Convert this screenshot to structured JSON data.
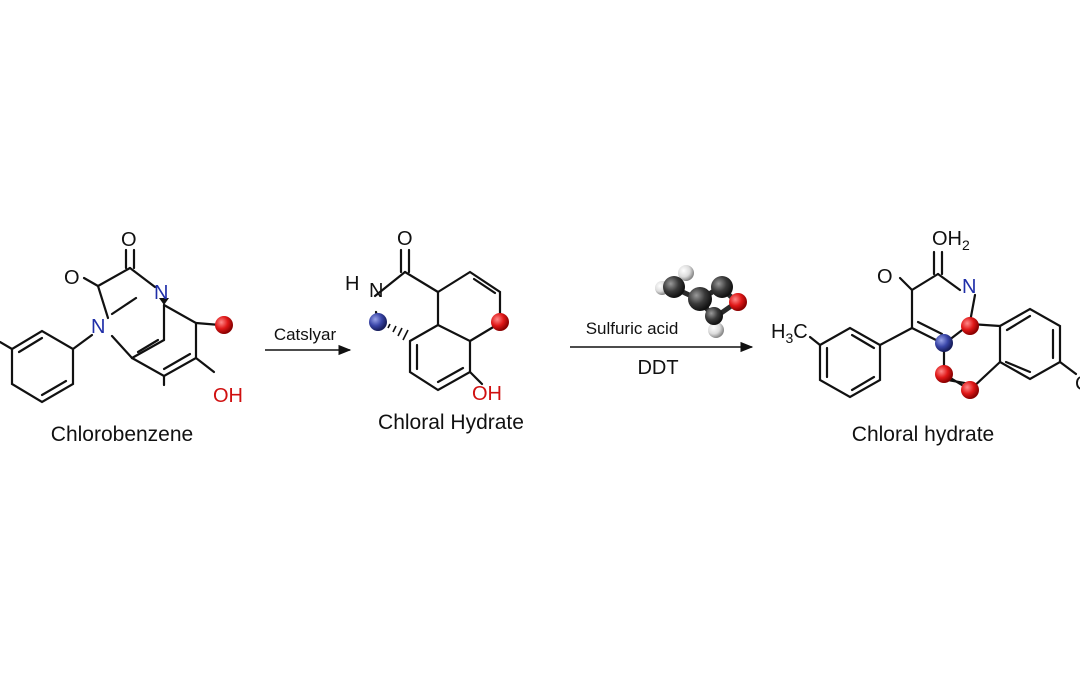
{
  "molecules": {
    "m1": {
      "name": "Chlorobenzene",
      "atoms": {
        "o_top": "O",
        "o_left": "O",
        "n_top": "N",
        "n_left": "N",
        "oh": "OH"
      }
    },
    "m2": {
      "name": "Chloral Hydrate",
      "atoms": {
        "o_top": "O",
        "h": "H",
        "n": "N",
        "oh": "OH"
      }
    },
    "m3": {
      "name": "Chloral hydrate",
      "atoms": {
        "oh2": "OH",
        "oh2_sub": "2",
        "o_left": "O",
        "n": "N",
        "h3c": "H",
        "h3c_sub": "3",
        "h3c_c": "C",
        "cut": "C"
      }
    }
  },
  "arrows": {
    "a1": {
      "above": "Catslyar"
    },
    "a2": {
      "above": "Sulfuric acid",
      "below": "DDT"
    }
  },
  "colors": {
    "oxygen": "#e01818",
    "nitrogen": "#3a46a8",
    "carbon": "#3a3a3a",
    "hydrogen": "#e6e6e6"
  }
}
